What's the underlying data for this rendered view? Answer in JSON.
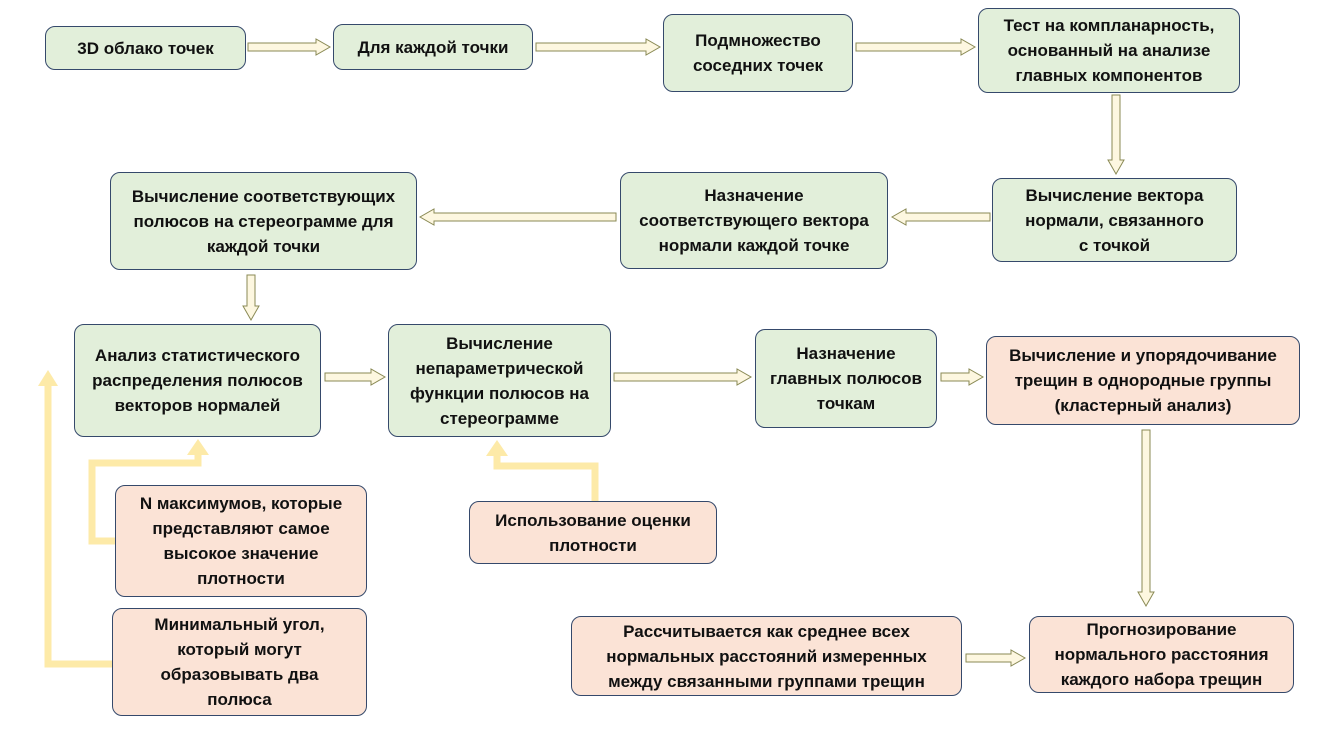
{
  "colors": {
    "step_fill": "#e2efda",
    "input_fill": "#fbe3d6",
    "border": "#35496b",
    "arrow_fill": "#fdf7e0",
    "arrow_stroke": "#8a8a55",
    "feedback_arrow": "#fdeaa8"
  },
  "nodes": {
    "point_cloud": "3D облако точек",
    "for_each_point": "Для каждой точки",
    "neighbor_subset": "Подмножество\nсоседних точек",
    "coplanarity_test": "Тест на компланарность,\nоснованный  на анализе\nглавных компонентов",
    "normal_vector": "Вычисление вектора\nнормали, связанного\nс точкой",
    "assign_normal": "Назначение\nсоответствующего вектора\nнормали каждой точке",
    "compute_poles": "Вычисление соответствующих\nполюсов на стереограмме для\nкаждой точки",
    "stat_analysis": "Анализ статистического\nраспределения полюсов\nвекторов нормалей",
    "nonparam_function": "Вычисление\nнепараметрической\nфункции полюсов на\nстереограмме",
    "assign_main_poles": "Назначение\nглавных полюсов\nточкам",
    "clustering": "Вычисление и упорядочивание\nтрещин в однородные  группы\n(кластерный анализ)",
    "n_maxima": "N максимумов, которые\nпредставляют самое\nвысокое значение\nплотности",
    "min_angle": "Минимальный угол,\nкоторый могут\nобразовывать  два\nполюса",
    "density_estimate": "Использование  оценки\nплотности",
    "mean_distance": "Рассчитывается как среднее всех\nнормальных  расстояний  измеренных\nмежду связанными группами трещин",
    "forecast_spacing": "Прогнозирование\nнормального  расстояния\nкаждого набора трещин"
  }
}
